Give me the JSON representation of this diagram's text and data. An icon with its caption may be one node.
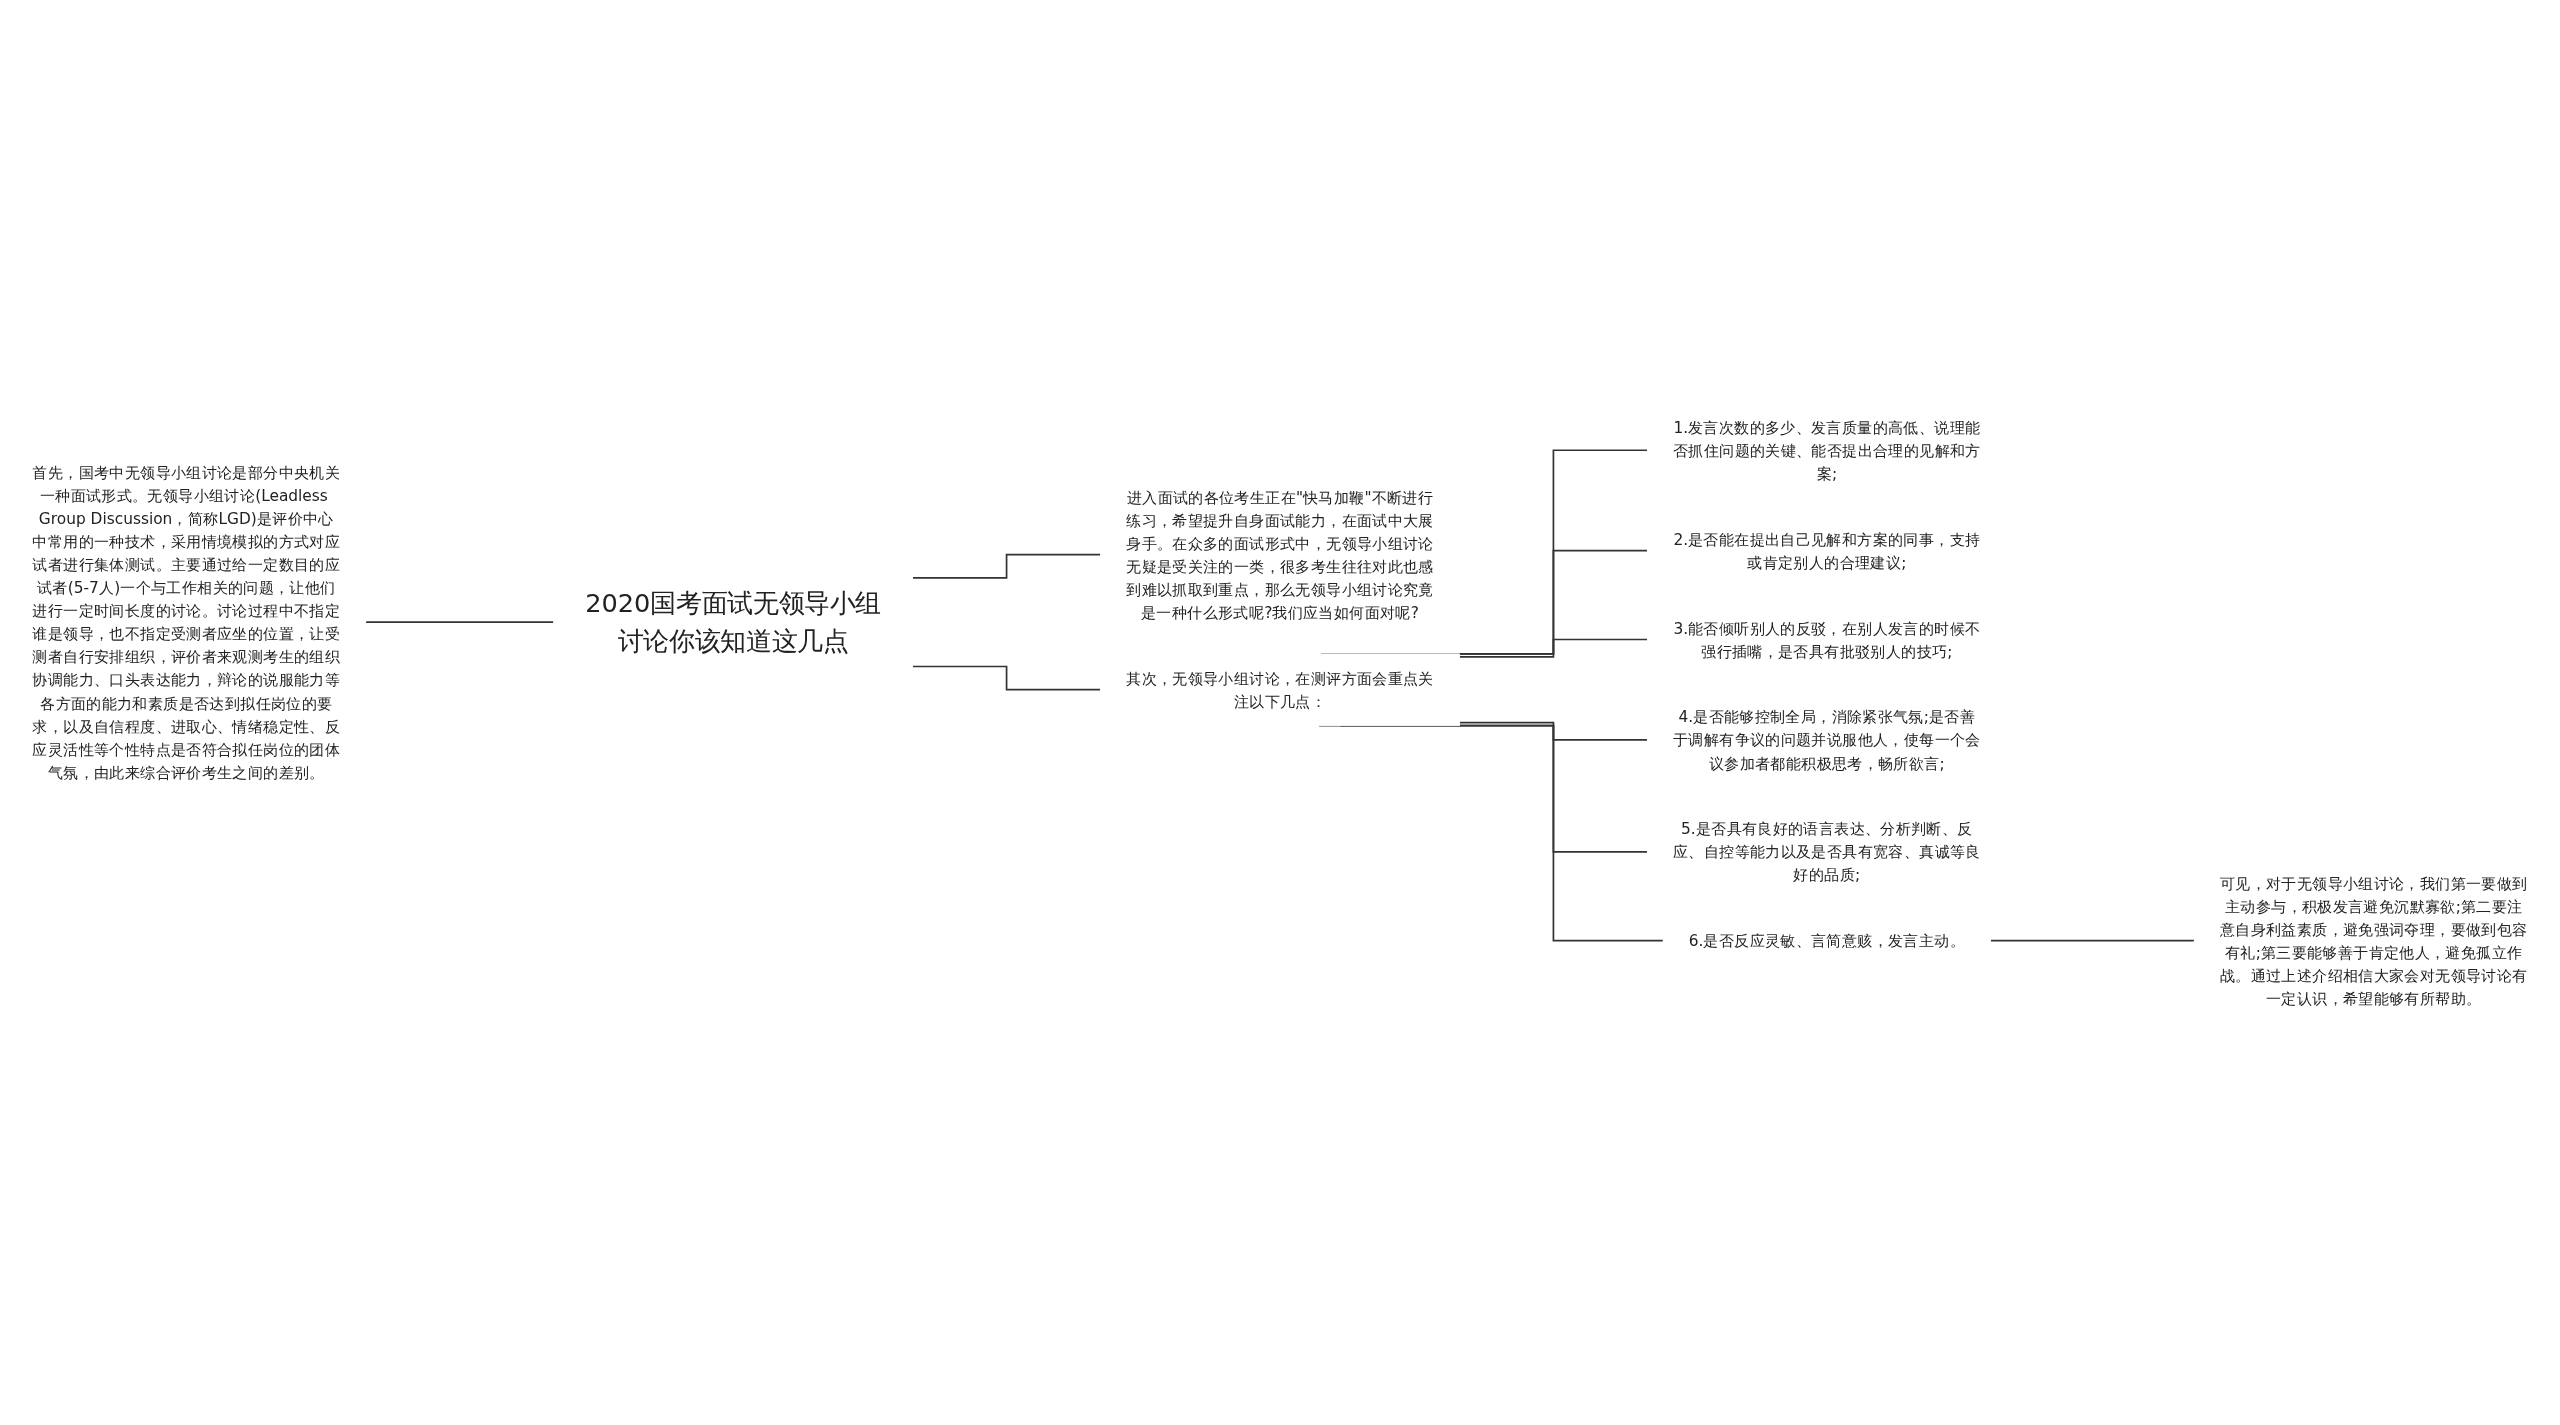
{
  "diagram": {
    "nodes": [
      {
        "text": [
          "2020国考面试无领导小组讨论你该知道这几点"
        ]
      },
      {
        "text": [
          "首先，国考中无领导小组讨论是部分中央机关一种面试形式。无领导小组讨论(Leadless Group Discussion，简称LGD)是评价中心中常用的一种技术，采用情境模拟的方式对应试者进行集体测试。主要通过给一定数目的应试者(5-7人)一个与工作相关的问题，让他们进行一定时间长度的讨论。讨论过程中不指定谁是领导，也不指定受测者应坐的位置，让受测者自行安排组织，评价者来观测考生的组织协调能力、口头表达能力，辩论的说服能力等各方面的能力和素质是否达到拟任岗位的要求，以及自信程度、进取心、情绪稳定性、反应灵活性等个性特点是否符合拟任岗位的团体气氛，由此来综合评价考生之间的差别。"
        ]
      },
      {
        "text": [
          "进入面试的各位考生正在\"快马加鞭\"不断进行练习，希望提升自身面试能力，在面试中大展身手。在众多的面试形式中，无领导小组讨论无疑是受关注的一类，很多考生往往对此也感到难以抓取到重点，那么无领导小组讨论究竟是一种什么形式呢?我们应当如何面对呢?"
        ]
      },
      {
        "text": [
          "其次，无领导小组讨论，在测评方面会重点关注以下几点："
        ]
      },
      {
        "text": [
          "1.发言次数的多少、发言质量的高低、说理能否抓住问题的关键、能否提出合理的见解和方案;"
        ]
      },
      {
        "text": [
          "2.是否能在提出自己见解和方案的同事，支持或肯定别人的合理建议;"
        ]
      },
      {
        "text": [
          "3.能否倾听别人的反驳，在别人发言的时候不强行插嘴，是否具有批驳别人的技巧;"
        ]
      },
      {
        "text": [
          "4.是否能够控制全局，消除紧张气氛;是否善于调解有争议的问题并说服他人，使每一个会议参加者都能积极思考，畅所欲言;"
        ]
      },
      {
        "text": [
          "5.是否具有良好的语言表达、分析判断、反应、自控等能力以及是否具有宽容、真诚等良好的品质;"
        ]
      },
      {
        "text": [
          "6.是否反应灵敏、言简意赅，发言主动。"
        ]
      },
      {
        "text": [
          "可见，对于无领导小组讨论，我们第一要做到主动参与，积极发言避免沉默寡欲;第二要注意自身利益素质，避免强词夺理，要做到包容有礼;第三要能够善于肯定他人，避免孤立作战。通过上述介绍相信大家会对无领导讨论有一定认识，希望能够有所帮助。"
        ]
      }
    ],
    "edges": [
      {
        "from": 0,
        "to": 1,
        "arrow": "none"
      },
      {
        "from": 0,
        "to": 2,
        "arrow": "none"
      },
      {
        "from": 0,
        "to": 3,
        "arrow": "none"
      },
      {
        "from": 3,
        "to": 4,
        "arrow": "none"
      },
      {
        "from": 3,
        "to": 5,
        "arrow": "none"
      },
      {
        "from": 3,
        "to": 6,
        "arrow": "none"
      },
      {
        "from": 3,
        "to": 7,
        "arrow": "none"
      },
      {
        "from": 3,
        "to": 8,
        "arrow": "none"
      },
      {
        "from": 3,
        "to": 9,
        "arrow": "none"
      },
      {
        "from": 9,
        "to": 10,
        "arrow": "none"
      }
    ]
  }
}
